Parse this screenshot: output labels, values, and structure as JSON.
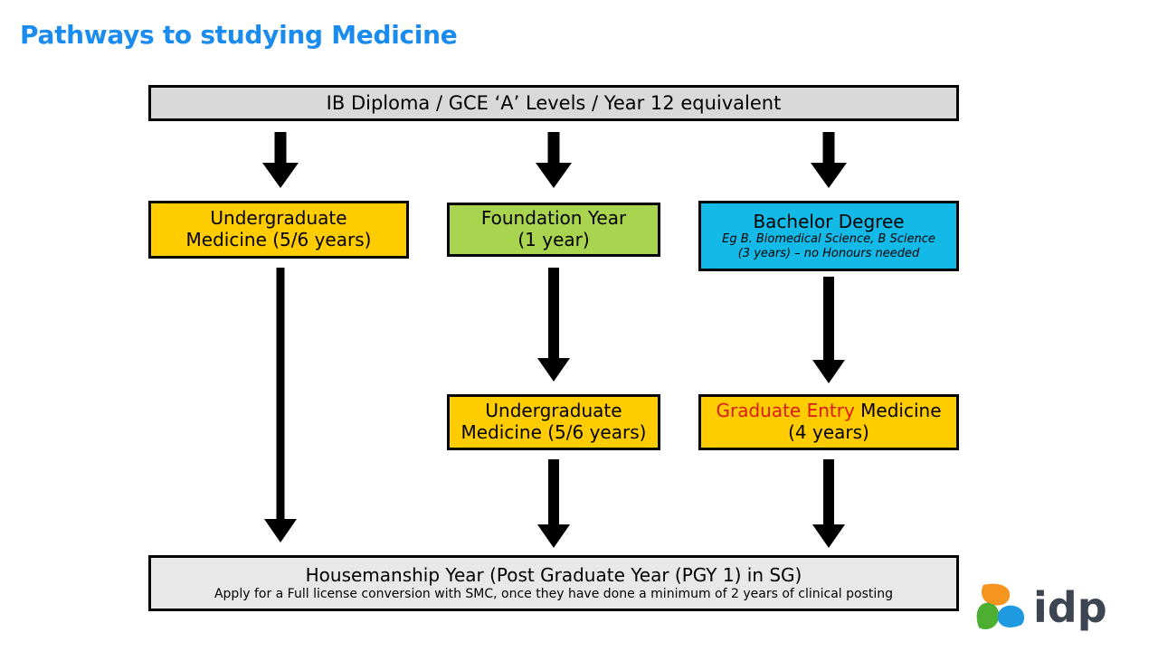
{
  "page": {
    "title": "Pathways to studying Medicine",
    "title_color": "#1a8cf0",
    "background": "#ffffff"
  },
  "nodes": {
    "entry": {
      "label": "IB Diploma / GCE ‘A’ Levels / Year 12 equivalent",
      "fill": "#d9d9d9"
    },
    "undergraduate_direct": {
      "line1": "Undergraduate",
      "line2": "Medicine (5/6 years)",
      "fill": "#ffcc00"
    },
    "foundation": {
      "line1": "Foundation Year",
      "line2": "(1 year)",
      "fill": "#a9d44f"
    },
    "bachelor": {
      "line1": "Bachelor Degree",
      "line2": "Eg B. Biomedical Science, B Science",
      "line3": "(3 years) – no Honours needed",
      "fill": "#13bae8"
    },
    "undergraduate_after_foundation": {
      "line1": "Undergraduate",
      "line2": "Medicine (5/6 years)",
      "fill": "#ffcc00"
    },
    "graduate_entry": {
      "line1_highlight": "Graduate Entry",
      "line1_rest": " Medicine",
      "line2": "(4 years)",
      "fill": "#ffcc00",
      "highlight_color": "#d81b1b"
    },
    "housemanship": {
      "line1": "Housemanship Year (Post Graduate Year (PGY 1) in SG)",
      "line2": "Apply for a Full license conversion with SMC, once they have done a minimum of 2 years of clinical posting",
      "fill": "#e8e8e8"
    }
  },
  "logo": {
    "wordmark": "idp",
    "wordmark_color": "#3d4552",
    "petal_orange": "#f5941f",
    "petal_green": "#4caf32",
    "petal_blue": "#1e9ae0"
  }
}
